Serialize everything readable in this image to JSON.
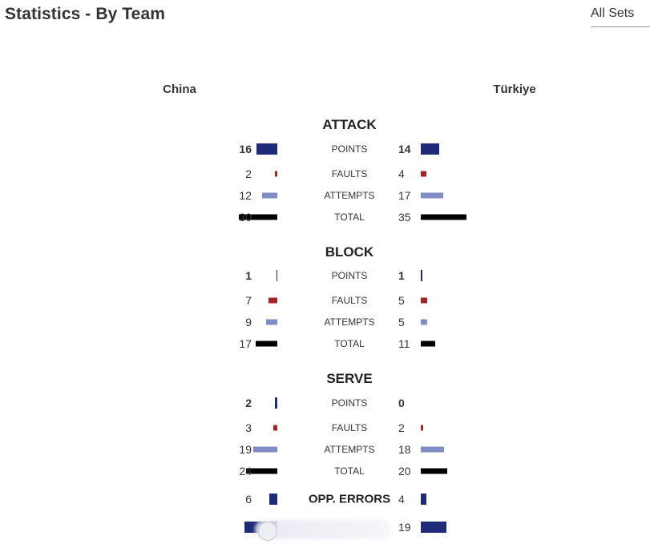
{
  "header": {
    "title": "Statistics - By Team",
    "set_select": "All Sets"
  },
  "teams": {
    "left": "China",
    "right": "Türkiye"
  },
  "colors": {
    "points": "#1f2a78",
    "faults": "#a32424",
    "attempts": "#7f8cc6",
    "total": "#000000"
  },
  "sections": [
    {
      "title": "ATTACK",
      "rows": [
        {
          "label": "POINTS",
          "left": "16",
          "right": "14"
        },
        {
          "label": "FAULTS",
          "left": "2",
          "right": "4"
        },
        {
          "label": "ATTEMPTS",
          "left": "12",
          "right": "17"
        },
        {
          "label": "TOTAL",
          "left": "30",
          "right": "35"
        }
      ]
    },
    {
      "title": "BLOCK",
      "rows": [
        {
          "label": "POINTS",
          "left": "1",
          "right": "1"
        },
        {
          "label": "FAULTS",
          "left": "7",
          "right": "5"
        },
        {
          "label": "ATTEMPTS",
          "left": "9",
          "right": "5"
        },
        {
          "label": "TOTAL",
          "left": "17",
          "right": "11"
        }
      ]
    },
    {
      "title": "SERVE",
      "rows": [
        {
          "label": "POINTS",
          "left": "2",
          "right": "0"
        },
        {
          "label": "FAULTS",
          "left": "3",
          "right": "2"
        },
        {
          "label": "ATTEMPTS",
          "left": "19",
          "right": "18"
        },
        {
          "label": "TOTAL",
          "left": "24",
          "right": "20"
        }
      ]
    }
  ],
  "opp_errors": {
    "label": "OPP. ERRORS",
    "left": "6",
    "right": "4"
  },
  "total_points": {
    "right": "19"
  }
}
